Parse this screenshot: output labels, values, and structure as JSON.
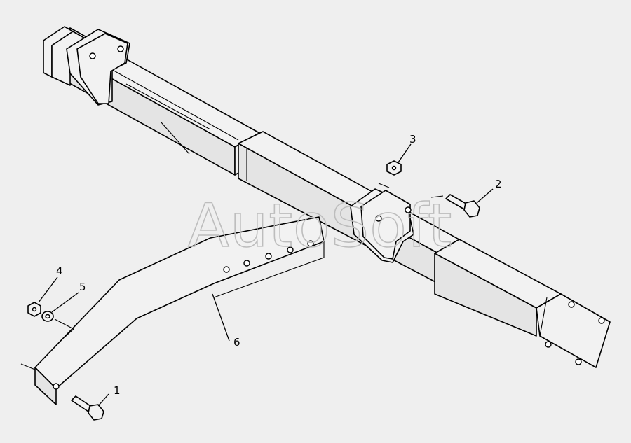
{
  "watermark": "AutoSoft",
  "callouts": [
    {
      "id": "1",
      "label": "1"
    },
    {
      "id": "2",
      "label": "2"
    },
    {
      "id": "3",
      "label": "3"
    },
    {
      "id": "4",
      "label": "4"
    },
    {
      "id": "5",
      "label": "5"
    },
    {
      "id": "6",
      "label": "6"
    }
  ]
}
